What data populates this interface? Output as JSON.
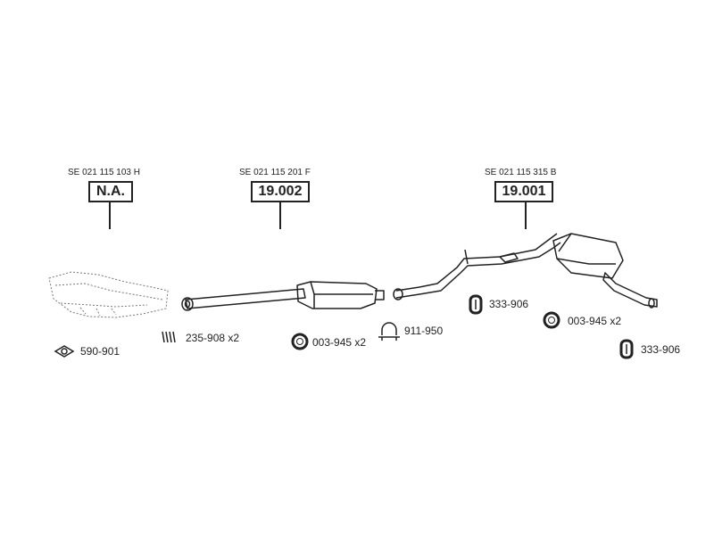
{
  "sections": [
    {
      "ref": "SE 021 115 103 H",
      "code": "N.A."
    },
    {
      "ref": "SE 021 115 201 F",
      "code": "19.002"
    },
    {
      "ref": "SE 021 115 315 B",
      "code": "19.001"
    }
  ],
  "parts": {
    "gasket": "590-901",
    "spring": "235-908 x2",
    "ring_mid": "003-945 x2",
    "clamp": "911-950",
    "hanger_top": "333-906",
    "ring_right": "003-945 x2",
    "hanger_bottom": "333-906"
  }
}
